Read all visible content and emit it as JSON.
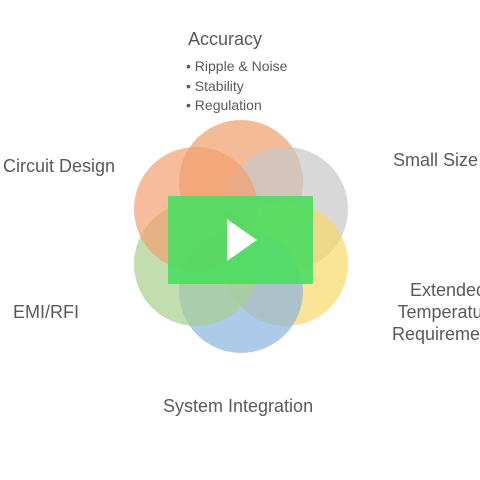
{
  "diagram": {
    "accuracy": {
      "label": "Accuracy",
      "bullets": [
        "• Ripple & Noise",
        "• Stability",
        "• Regulation"
      ]
    },
    "circuit_design": "Circuit Design",
    "small_size": "Small Size",
    "extended_temp": [
      "Extended",
      "Temperature",
      "Requirements"
    ],
    "emi_rfi": "EMI/RFI",
    "system_integration": "System Integration"
  },
  "petals": [
    {
      "name": "petal-accuracy",
      "color": "#f0a06a"
    },
    {
      "name": "petal-small-size",
      "color": "#c8c8c8"
    },
    {
      "name": "petal-extended-temperature",
      "color": "#f8d86a"
    },
    {
      "name": "petal-system-integration",
      "color": "#8ab4e0"
    },
    {
      "name": "petal-emi-rfi",
      "color": "#a8d090"
    },
    {
      "name": "petal-circuit-design",
      "color": "#f2a070"
    }
  ],
  "play_icon": "play-icon"
}
